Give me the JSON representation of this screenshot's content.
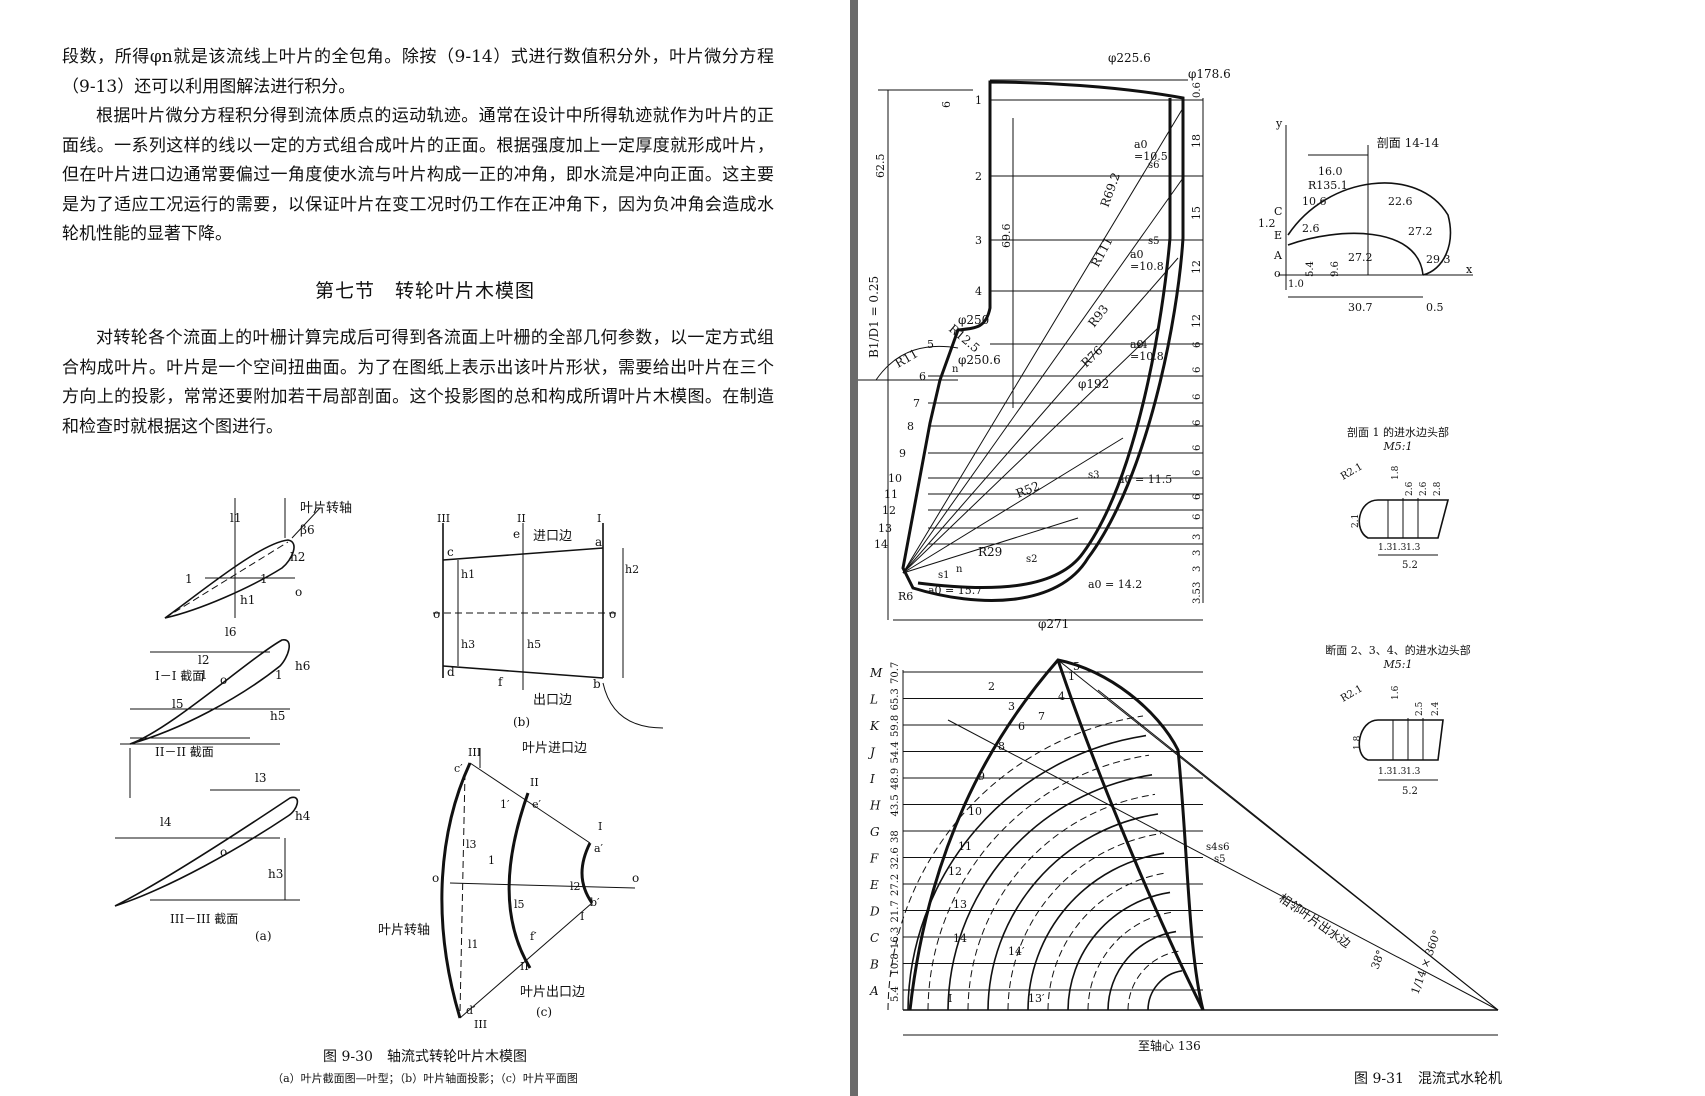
{
  "left_page": {
    "paragraphs": [
      "段数，所得φn就是该流线上叶片的全包角。除按（9-14）式进行数值积分外，叶片微分方程（9-13）还可以利用图解法进行积分。",
      "根据叶片微分方程积分得到流体质点的运动轨迹。通常在设计中所得轨迹就作为叶片的正面线。一系列这样的线以一定的方式组合成叶片的正面。根据强度加上一定厚度就形成叶片，但在叶片进口边通常要偏过一角度使水流与叶片构成一正的冲角，即水流是冲向正面。这主要是为了适应工况运行的需要，以保证叶片在变工况时仍工作在正冲角下，因为负冲角会造成水轮机性能的显著下降。",
      "对转轮各个流面上的叶栅计算完成后可得到各流面上叶栅的全部几何参数，以一定方式组合构成叶片。叶片是一个空间扭曲面。为了在图纸上表示出该叶片形状，需要给出叶片在三个方向上的投影，常常还要附加若干局部剖面。这个投影图的总和构成所谓叶片木模图。在制造和检查时就根据这个图进行。"
    ],
    "section_heading": "第七节　转轮叶片木模图",
    "fig_a": {
      "axis_label": "叶片转轴",
      "section_1": "I－I 截面",
      "section_2": "II－II 截面",
      "section_3": "III－III 截面",
      "sub": "(a)",
      "labels": [
        "l1",
        "β6",
        "h2",
        "h1",
        "l2",
        "l6",
        "h6",
        "h5",
        "l5",
        "l3",
        "h4",
        "l4",
        "h3",
        "o",
        "1",
        "1",
        "1",
        "1"
      ]
    },
    "fig_b": {
      "inlet": "进口边",
      "outlet": "出口边",
      "sub": "(b)",
      "labels": [
        "III",
        "II",
        "I",
        "e",
        "c",
        "a",
        "d",
        "f",
        "b",
        "o",
        "o",
        "h1",
        "h2",
        "h3",
        "h5"
      ]
    },
    "fig_c": {
      "inlet": "叶片进口边",
      "axis": "叶片转轴",
      "outlet": "叶片出口边",
      "sub": "(c)",
      "labels": [
        "III",
        "II",
        "I",
        "c′",
        "e′",
        "a′",
        "1′",
        "1",
        "o",
        "o",
        "l3",
        "l5",
        "l1",
        "l2",
        "b′",
        "f′",
        "d′",
        "I",
        "II",
        "III"
      ]
    },
    "caption": "图 9-30　轴流式转轮叶片木模图",
    "subcaption": "（a）叶片截面图—叶型；（b）叶片轴面投影；（c）叶片平面图"
  },
  "right_page": {
    "top_drawing": {
      "dims": [
        "φ225.6",
        "φ178.6",
        "φ250",
        "φ250.6",
        "φ192",
        "φ271",
        "R69.2",
        "R111",
        "R93",
        "R76",
        "R52",
        "R29",
        "R12.5",
        "R11",
        "R6"
      ],
      "angles": [
        "a0",
        "=10.5",
        "a0",
        "=10.8",
        "a0",
        "=10.8",
        "a0 = 11.5",
        "a0 = 14.2",
        "a0 = 15.7"
      ],
      "ratio": "B1/D1 = 0.25",
      "vdims": [
        "62.5",
        "69.6",
        "6",
        "18",
        "15",
        "12",
        "12"
      ],
      "right_stack": [
        "0.6",
        "6",
        "6",
        "6",
        "6",
        "6",
        "6",
        "6",
        "6",
        "3",
        "3",
        "3",
        "3",
        "3.5"
      ],
      "stations": [
        "1",
        "2",
        "3",
        "4",
        "5",
        "6",
        "7",
        "8",
        "9",
        "10",
        "11",
        "12",
        "13",
        "14"
      ],
      "s_labels": [
        "s6",
        "s5",
        "s4",
        "s3",
        "s2",
        "s1",
        "n",
        "n"
      ]
    },
    "section_1414": {
      "title": "剖面 14-14",
      "labels": [
        "y",
        "x",
        "16.0",
        "R135.1",
        "10.6",
        "22.6",
        "2.6",
        "27.2",
        "27.2",
        "29.3",
        "9.6",
        "5.4",
        "1.0",
        "30.7",
        "0.5",
        "C",
        "1.2",
        "E",
        "A",
        "o"
      ]
    },
    "inlet_head_1": {
      "title": "剖面 1 的进水边头部",
      "scale": "M5:1",
      "labels": [
        "R2.1",
        "1.8",
        "2.6",
        "2.6",
        "2.8",
        "2.1",
        "1.3",
        "1.3",
        "1.3",
        "5.2"
      ]
    },
    "inlet_head_234": {
      "title": "断面 2、3、4、的进水边头部",
      "scale": "M5:1",
      "labels": [
        "R2.1",
        "1.6",
        "2.5",
        "2.4",
        "1.8",
        "1.3",
        "1.3",
        "1.3",
        "5.2"
      ]
    },
    "bottom_drawing": {
      "rows": [
        "M",
        "L",
        "K",
        "J",
        "I",
        "H",
        "G",
        "F",
        "E",
        "D",
        "C",
        "B",
        "A"
      ],
      "left_dims": [
        "5.4",
        "10.8",
        "16.3",
        "21.7",
        "27.2",
        "32.6",
        "38",
        "43.5",
        "48.9",
        "54.4",
        "59.8",
        "65.3",
        "70.7"
      ],
      "curves": [
        "1",
        "2",
        "3",
        "4",
        "5",
        "6",
        "7",
        "8",
        "9",
        "10",
        "11",
        "12",
        "13",
        "14",
        "14′",
        "13′",
        "I"
      ],
      "text_inlet": "相邻叶片出水边",
      "angle": "38°",
      "fraction": "1/14 × 360°",
      "bottom_dim": "至轴心 136",
      "s_marks": [
        "s4",
        "s6",
        "s5"
      ]
    },
    "caption": "图 9-31　混流式水轮机"
  }
}
